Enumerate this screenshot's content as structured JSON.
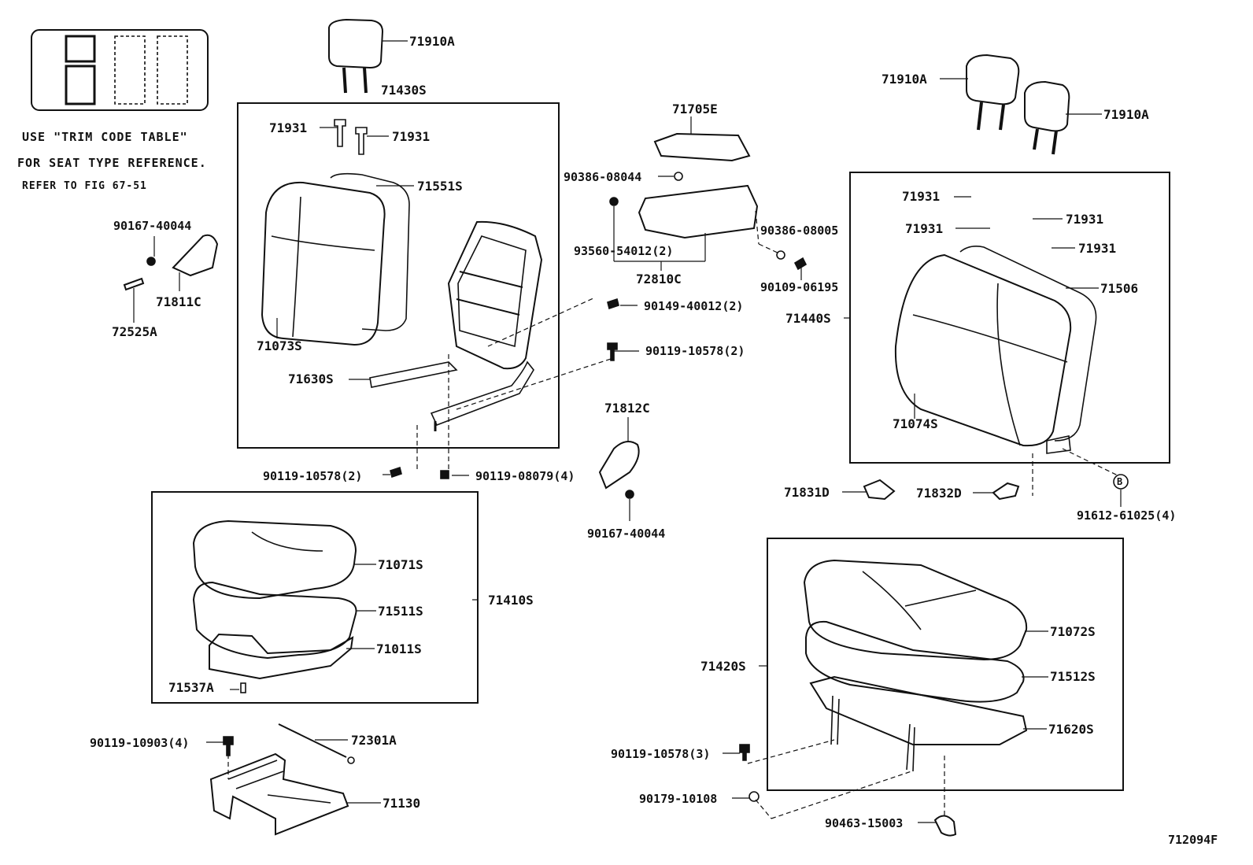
{
  "notes": {
    "line1": "USE \"TRIM CODE TABLE\"",
    "line2": "FOR SEAT TYPE REFERENCE.",
    "line3": "REFER TO FIG 67-51"
  },
  "figure_code": "712094F",
  "labels": {
    "l71910A_1": "71910A",
    "l71430S": "71430S",
    "l71931_a": "71931",
    "l71931_b": "71931",
    "l71551S": "71551S",
    "l71073S": "71073S",
    "l71630S": "71630S",
    "l90167_40044_a": "90167-40044",
    "l71811C": "71811C",
    "l72525A": "72525A",
    "l71705E": "71705E",
    "l90386_08044": "90386-08044",
    "l93560_54012": "93560-54012(2)",
    "l72810C": "72810C",
    "l90386_08005": "90386-08005",
    "l90109_06195": "90109-06195",
    "l90149_40012": "90149-40012(2)",
    "l90119_10578_2a": "90119-10578(2)",
    "l71812C": "71812C",
    "l90119_10578_2b": "90119-10578(2)",
    "l90119_08079": "90119-08079(4)",
    "l90167_40044_b": "90167-40044",
    "l71910A_2": "71910A",
    "l71910A_3": "71910A",
    "l71931_c": "71931",
    "l71931_d": "71931",
    "l71931_e": "71931",
    "l71931_f": "71931",
    "l71506": "71506",
    "l71440S": "71440S",
    "l71074S": "71074S",
    "l71831D": "71831D",
    "l71832D": "71832D",
    "lB": "B",
    "l91612_61025": "91612-61025(4)",
    "l71071S": "71071S",
    "l71511S": "71511S",
    "l71410S": "71410S",
    "l71011S": "71011S",
    "l71537A": "71537A",
    "l90119_10903": "90119-10903(4)",
    "l72301A": "72301A",
    "l71130": "71130",
    "l71072S": "71072S",
    "l71420S": "71420S",
    "l71512S": "71512S",
    "l71620S": "71620S",
    "l90119_10578_3": "90119-10578(3)",
    "l90179_10108": "90179-10108",
    "l90463_15003": "90463-15003"
  }
}
